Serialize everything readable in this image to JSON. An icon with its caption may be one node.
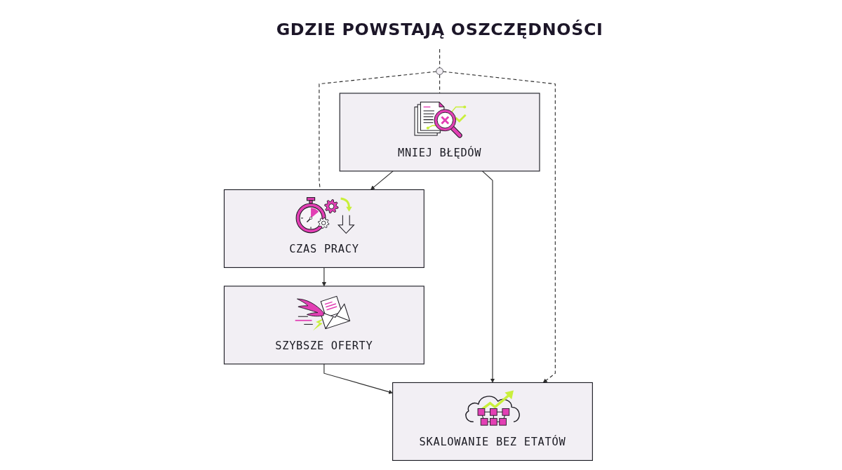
{
  "diagram": {
    "nodes": [
      {
        "text": [
          "GDZIE POWSTAJĄ OSZCZĘDNOŚCI"
        ]
      },
      {
        "text": [],
        "shape": "circle"
      },
      {
        "text": [
          "CZAS PRACY"
        ]
      },
      {
        "text": [
          "MNIEJ BŁĘDÓW"
        ]
      },
      {
        "text": [
          "SZYBSZE OFERTY"
        ]
      },
      {
        "text": [
          "SKALOWANIE BEZ ETATÓW"
        ]
      }
    ],
    "edges": [
      {
        "from": 0,
        "to": 1,
        "arrow": "none",
        "style": "dashed"
      },
      {
        "from": 1,
        "to": 2,
        "arrow": "none",
        "style": "dashed"
      },
      {
        "from": 1,
        "to": 3,
        "arrow": "none",
        "style": "dashed"
      },
      {
        "from": 3,
        "to": 2,
        "arrow": "to"
      },
      {
        "from": 2,
        "to": 4,
        "arrow": "to"
      },
      {
        "from": 3,
        "to": 5,
        "arrow": "to"
      },
      {
        "from": 1,
        "to": 5,
        "arrow": "to",
        "style": "dashed"
      },
      {
        "from": 4,
        "to": 5,
        "arrow": "to"
      }
    ]
  }
}
